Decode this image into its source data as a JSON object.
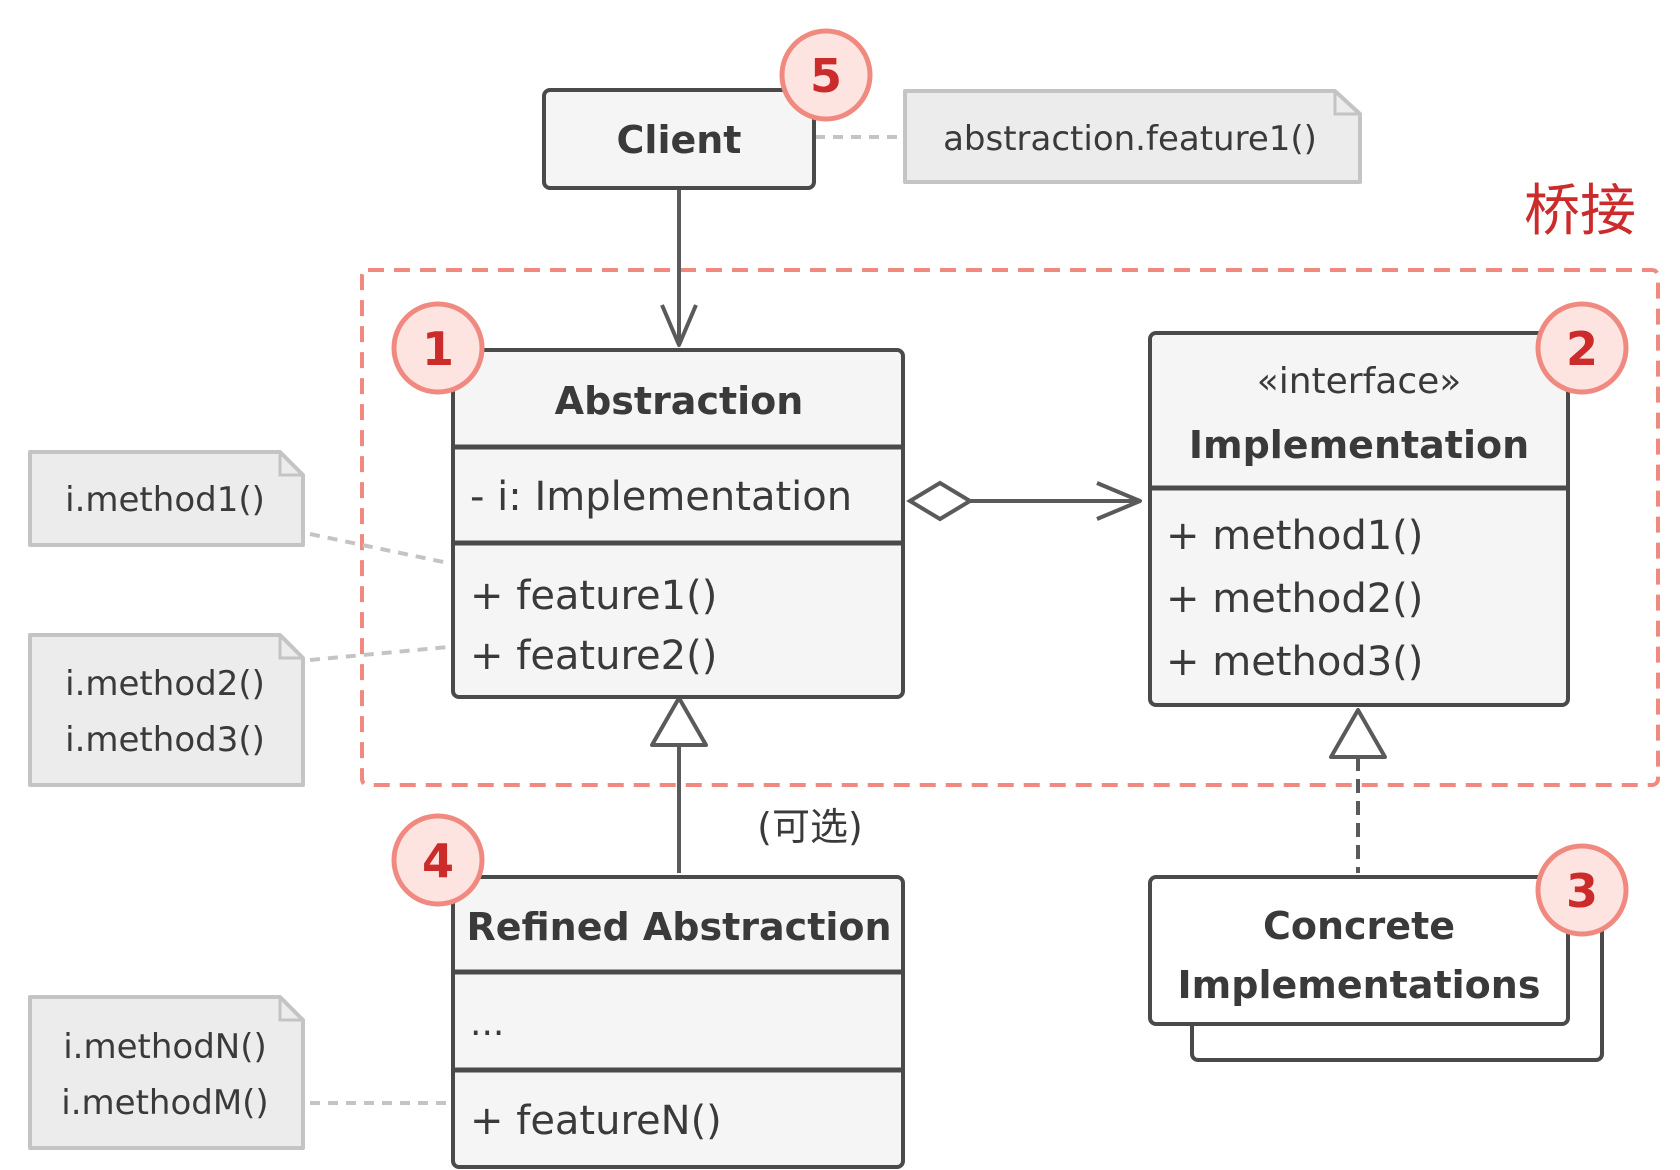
{
  "title": "桥接",
  "optional_label": "(可选)",
  "client": {
    "name": "Client",
    "badge": "5",
    "note": "abstraction.feature1()"
  },
  "abstraction": {
    "badge": "1",
    "name": "Abstraction",
    "field": "- i: Implementation",
    "methods": [
      "+ feature1()",
      "+ feature2()"
    ]
  },
  "implementation": {
    "badge": "2",
    "stereotype": "«interface»",
    "name": "Implementation",
    "methods": [
      "+ method1()",
      "+ method2()",
      "+ method3()"
    ]
  },
  "concrete": {
    "badge": "3",
    "line1": "Concrete",
    "line2": "Implementations"
  },
  "refined": {
    "badge": "4",
    "name": "Refined Abstraction",
    "field": "...",
    "method": "+ featureN()"
  },
  "notes": {
    "feature1": [
      "i.method1()"
    ],
    "feature2": [
      "i.method2()",
      "i.method3()"
    ],
    "featureN": [
      "i.methodN()",
      "i.methodM()"
    ]
  },
  "colors": {
    "accent": "#cc2b2b",
    "badge_fill": "#fde4e0",
    "badge_stroke": "#f08a80",
    "box_fill": "#f5f5f5",
    "box_stroke": "#4a4a4a",
    "note_fill": "#ececec",
    "note_stroke": "#c4c4c4",
    "boundary": "#f08a80",
    "connector": "#5a5a5a"
  }
}
